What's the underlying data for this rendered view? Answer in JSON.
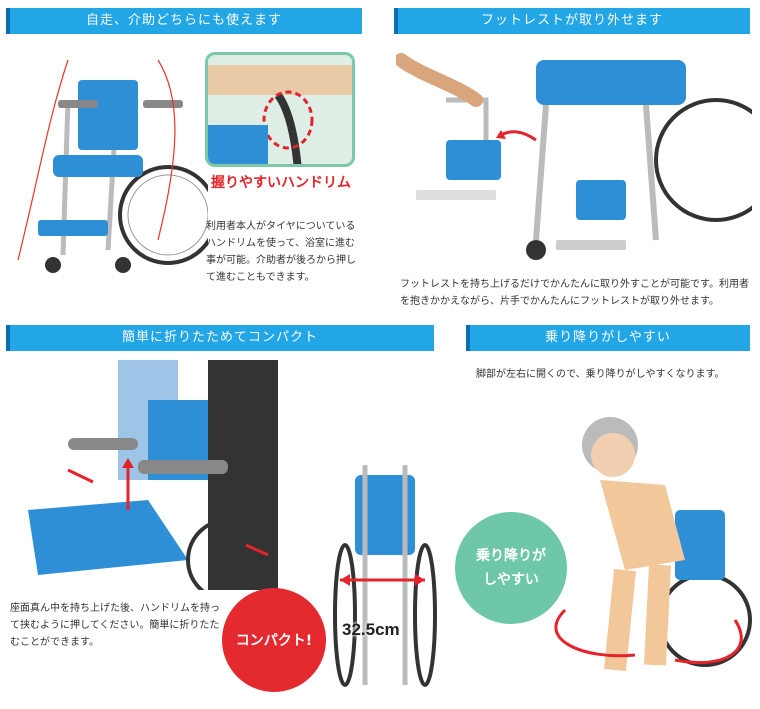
{
  "sections": {
    "self_propel": {
      "header": "自走、介助どちらにも使えます",
      "label": "握りやすいハンドリム",
      "text": "利用者本人がタイヤについているハンドリムを使って、浴室に進む事が可能。介助者が後ろから押して進むこともできます。"
    },
    "footrest": {
      "header": "フットレストが取り外せます",
      "text": "フットレストを持ち上げるだけでかんたんに取り外すことが可能です。利用者を抱きかかえながら、片手でかんたんにフットレストが取り外せます。"
    },
    "compact": {
      "header": "簡単に折りたためてコンパクト",
      "text": "座面真ん中を持ち上げた後、ハンドリムを持って挟むように押してください。簡単に折りたたむことができます。",
      "badge": "コンパクト!",
      "measure": "32.5cm"
    },
    "easy_transfer": {
      "header": "乗り降りがしやすい",
      "text": "脚部が左右に開くので、乗り降りがしやすくなります。",
      "badge_line1": "乗り降りが",
      "badge_line2": "しやすい"
    }
  },
  "colors": {
    "header_blue": "#23a6e6",
    "seat_blue": "#2f8fd6",
    "accent_red": "#e52a2f",
    "badge_green": "#6ec7a6"
  }
}
